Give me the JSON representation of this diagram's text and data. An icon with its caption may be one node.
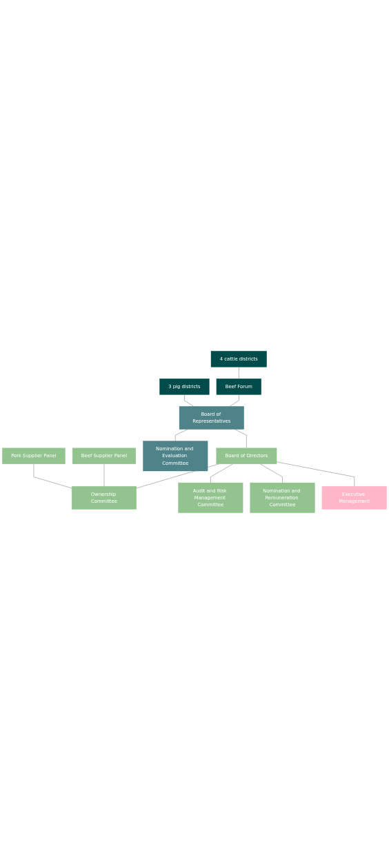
{
  "diagram": {
    "nodes": [
      {
        "text": [
          "3 pig districts"
        ]
      },
      {
        "text": [
          "4 cattle districts"
        ]
      },
      {
        "text": [
          "Beef Forum"
        ]
      },
      {
        "text": [
          "Board of Representatives"
        ]
      },
      {
        "text": [
          "Pork Supplier Panel"
        ]
      },
      {
        "text": [
          "Beef Supplier Panel"
        ]
      },
      {
        "text": [
          "Nomination and Evaluation Committee"
        ]
      },
      {
        "text": [
          "Board of Directors"
        ]
      },
      {
        "text": [
          "Ownership Committee"
        ]
      },
      {
        "text": [
          "Audit and Risk Management Committee"
        ]
      },
      {
        "text": [
          "Nomination and Remuneration Committee"
        ]
      },
      {
        "text": [
          "Executive Management"
        ]
      }
    ],
    "edges": [
      {
        "from": 1,
        "to": 2,
        "arrow": "none"
      },
      {
        "from": 0,
        "to": 3,
        "arrow": "none"
      },
      {
        "from": 2,
        "to": 3,
        "arrow": "none"
      },
      {
        "from": 3,
        "to": 6,
        "arrow": "none"
      },
      {
        "from": 3,
        "to": 7,
        "arrow": "none"
      },
      {
        "from": 4,
        "to": 8,
        "arrow": "none"
      },
      {
        "from": 5,
        "to": 8,
        "arrow": "none"
      },
      {
        "from": 7,
        "to": 8,
        "arrow": "none"
      },
      {
        "from": 7,
        "to": 9,
        "arrow": "none"
      },
      {
        "from": 7,
        "to": 10,
        "arrow": "none"
      },
      {
        "from": 7,
        "to": 11,
        "arrow": "none"
      }
    ]
  }
}
